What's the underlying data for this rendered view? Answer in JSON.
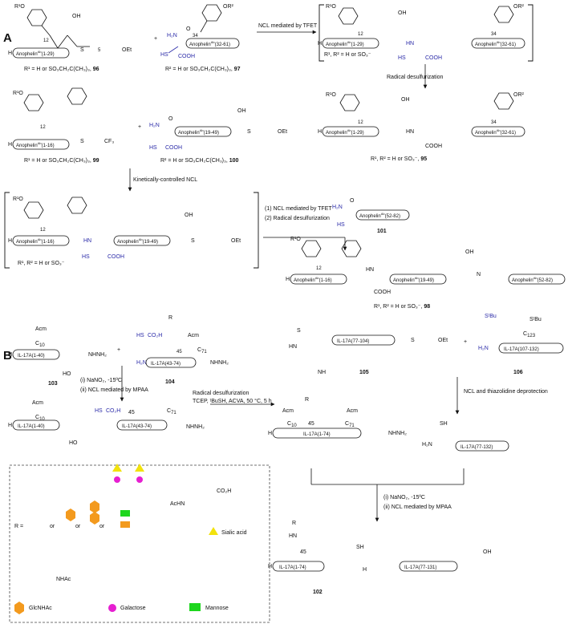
{
  "panels": {
    "a": "A",
    "b": "B"
  },
  "schemeA": {
    "c96": {
      "label": "96",
      "r_def": "R¹ = H or SO₃CH₂C(CH₃)₃, ",
      "seg": "Anophelin",
      "sup": "Ab",
      "range": "(1-29)",
      "pos": "12",
      "r1": "R¹O",
      "thioester": "OEt",
      "n": "5"
    },
    "c97": {
      "label": "97",
      "r_def": "R² = H or SO₃CH₂C(CH₃)₃, ",
      "seg": "Anophelin",
      "sup": "Ab",
      "range": "(32-61)",
      "pos": "34",
      "r2": "OR²",
      "h2n": "H₂N",
      "hs": "HS",
      "cooh": "COOH"
    },
    "step1": "NCL mediated by TFET",
    "inter1": {
      "seg1": "(1-29)",
      "seg2": "(32-61)",
      "pos1": "12",
      "pos2": "34",
      "r_def": "R¹, R² = H or SO₃⁻"
    },
    "step2": "Radical desulfurization",
    "c95": {
      "label": "95",
      "r_def": "R¹, R² = H or SO₃⁻, "
    },
    "c99": {
      "label": "99",
      "r_def": "R¹ = H or SO₃CH₂C(CH₃)₃, ",
      "range": "(1-16)",
      "cf3": "CF₃"
    },
    "c100": {
      "label": "100",
      "r_def": "R² = H or SO₃CH₂C(CH₃)₃, ",
      "range": "(19-49)"
    },
    "step3": "Kinetically-controlled NCL",
    "inter2": {
      "r_def": "R¹, R² = H or SO₃⁻",
      "seg1": "(1-16)",
      "seg2": "(19-49)"
    },
    "step4a": "(1) NCL mediated by TFET",
    "step4b": "(2) Radical desulfurization",
    "c101": {
      "label": "101",
      "range": "(52-82)"
    },
    "c98": {
      "label": "98",
      "r_def": "R¹, R² = H or SO₃⁻, ",
      "seg1": "(1-16)",
      "seg2": "(19-49)",
      "seg3": "(52-82)"
    }
  },
  "schemeB": {
    "c103": {
      "label": "103",
      "seg": "IL-17A(1-40)",
      "acm": "Acm",
      "c10": "C",
      "c10sub": "10",
      "nhnh2": "NHNH₂"
    },
    "c104": {
      "label": "104",
      "seg": "IL-17A(43-74)",
      "c45": "45",
      "c71sub": "71",
      "r": "R",
      "hs": "HS",
      "co2h": "CO₂H",
      "h2n": "H₂N"
    },
    "stepB1a": "(i) NaNO₂, -15ºC",
    "stepB1b": "(ii) NCL mediated by MPAA",
    "stepB2a": "Radical desulfurization",
    "stepB2b": "TCEP, ᵗBuSH, ACVA, 50 °C, 5 h",
    "interB": {
      "seg1": "IL-17A(1-40)",
      "seg2": "IL-17A(43-74)"
    },
    "cB1": {
      "seg": "IL-17A(1-74)"
    },
    "c105": {
      "label": "105",
      "seg": "IL-17A(77-104)"
    },
    "c106": {
      "label": "106",
      "seg": "IL-17A(107-132)",
      "stbu": "SᵗBu",
      "c123": "C",
      "c123sub": "123"
    },
    "stepB3": "NCL and thiazolidine deprotection",
    "cB2": {
      "seg": "IL-17A(77-132)",
      "hs": "SH"
    },
    "stepB4a": "(i) NaNO₂, -15ºC",
    "stepB4b": "(ii) NCL mediated by MPAA",
    "c102": {
      "label": "102",
      "seg1": "IL-17A(1-74)",
      "seg2": "IL-17A(77-131)",
      "pos": "45"
    }
  },
  "legend": {
    "r_eq": "R =",
    "or1": "or",
    "or2": "or",
    "or3": "or",
    "sialic": "Sialic acid",
    "glcnac": "GlcNHAc",
    "galactose": "Galactose",
    "mannose": "Mannose",
    "acnh": "AcHN",
    "nhac": "NHAc",
    "colors": {
      "glcnac": "#f39a1e",
      "galactose": "#e61fd1",
      "mannose": "#1ed61e",
      "sialic": "#f2e20c"
    }
  }
}
